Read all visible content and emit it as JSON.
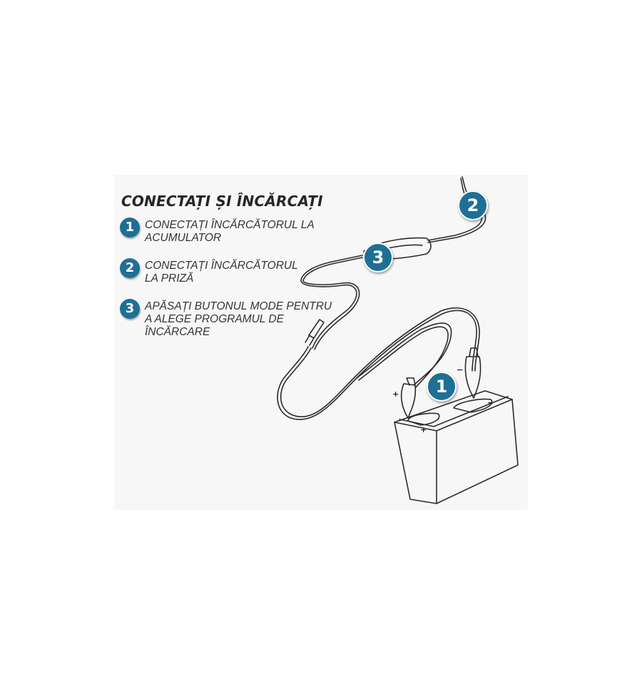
{
  "title": "CONECTAȚI ȘI ÎNCĂRCAȚI",
  "steps": [
    {
      "number": "1",
      "text": "CONECTAȚI ÎNCĂRCĂTORUL LA\nACUMULATOR"
    },
    {
      "number": "2",
      "text": "CONECTAȚI ÎNCĂRCĂTORUL\nLA PRIZĂ"
    },
    {
      "number": "3",
      "text": "APĂSAȚI BUTONUL MODE PENTRU\nA ALEGE PROGRAMUL DE\nÎNCĂRCARE"
    }
  ],
  "callouts": {
    "plug": "2",
    "charger": "3",
    "battery": "1"
  },
  "polarity": {
    "plus": "+",
    "minus": "−"
  },
  "colors": {
    "accent": "#1f6f95",
    "line": "#2b2b2b"
  }
}
